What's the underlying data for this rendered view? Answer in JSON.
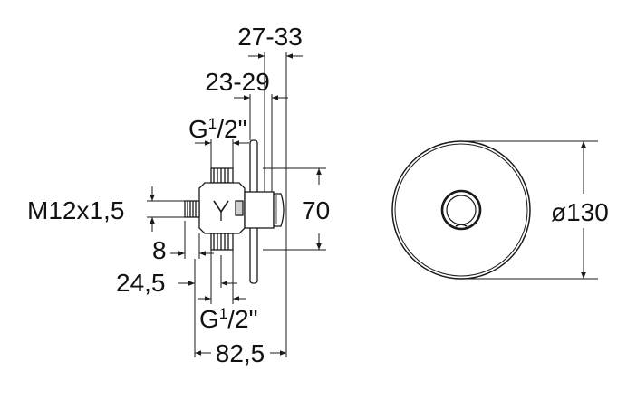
{
  "colors": {
    "line": "#1a1a1a",
    "background": "#ffffff",
    "shade": "#cfcfcf"
  },
  "dimensions": {
    "d_27_33": "27-33",
    "d_23_29": "23-29",
    "g_top": {
      "base": "G",
      "num": "1",
      "den": "/2\""
    },
    "m12": "M12x1,5",
    "d_70": "70",
    "d_8": "8",
    "d_24_5": "24,5",
    "g_bottom": {
      "base": "G",
      "num": "1",
      "den": "/2\""
    },
    "d_82_5": "82,5",
    "d_130": "ø130"
  }
}
